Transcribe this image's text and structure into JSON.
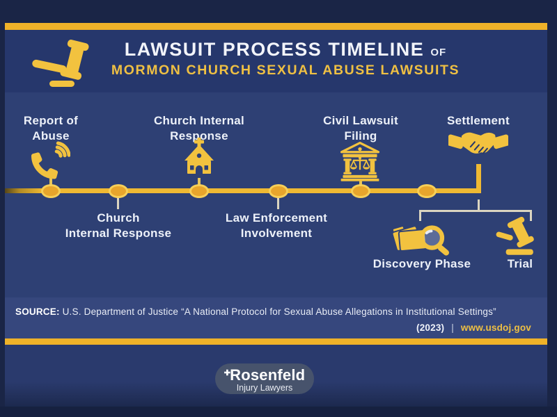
{
  "header": {
    "title_main": "LAWSUIT PROCESS TIMELINE",
    "title_of": "OF",
    "title_sub": "MORMON CHURCH SEXUAL ABUSE LAWSUITS"
  },
  "timeline": {
    "top_steps": [
      {
        "line1": "Report of",
        "line2": "Abuse",
        "icon": "phone-call-icon"
      },
      {
        "line1": "Church Internal",
        "line2": "Response",
        "icon": "church-icon"
      },
      {
        "line1": "Civil Lawsuit",
        "line2": "Filing",
        "icon": "courthouse-scales-icon"
      },
      {
        "line1": "Settlement",
        "line2": "",
        "icon": "handshake-icon"
      }
    ],
    "bottom_steps": [
      {
        "line1": "Church",
        "line2": "Internal Response"
      },
      {
        "line1": "Law Enforcement",
        "line2": "Involvement"
      }
    ],
    "branch_steps": [
      {
        "label": "Discovery Phase",
        "icon": "folder-magnifier-icon"
      },
      {
        "label": "Trial",
        "icon": "gavel-icon"
      }
    ]
  },
  "source": {
    "label": "SOURCE:",
    "citation": "U.S. Department of Justice “A National Protocol for Sexual Abuse Allegations in Institutional Settings”",
    "year": "(2023)",
    "separator": "|",
    "website": "www.usdoj.gov"
  },
  "brand": {
    "name": "Rosenfeld",
    "tagline": "Injury Lawyers"
  },
  "colors": {
    "gold_stripe": "#EFB229",
    "icon_gold": "#F2C23F",
    "navy_outer": "#1A2546",
    "navy_header": "#26376C",
    "navy_main": "#2E4074",
    "navy_source": "#36477D",
    "navy_footer": "#2A3A6D",
    "text_white": "#EDF1F9",
    "gold_text": "#EFC043",
    "pale_connector": "#DBD5C0",
    "node_fill": "#E7A52C",
    "node_ring": "#F6CF58"
  }
}
